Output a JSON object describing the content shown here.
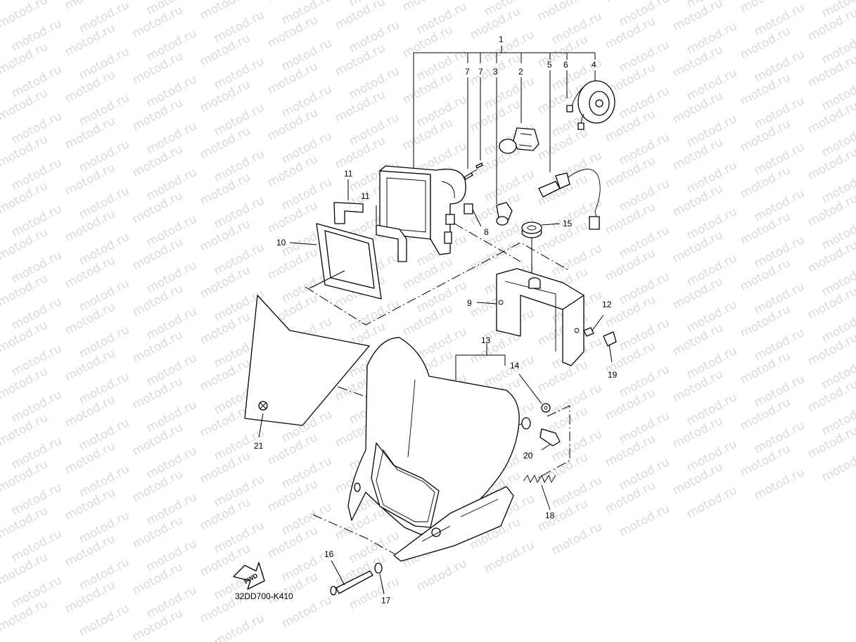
{
  "watermark": "motod.ru",
  "diagram_code": "32DD700-K410",
  "fwd_label": "FWD",
  "callouts": [
    "1",
    "7",
    "7",
    "3",
    "2",
    "5",
    "6",
    "4",
    "11",
    "11",
    "8",
    "15",
    "10",
    "9",
    "12",
    "13",
    "14",
    "19",
    "21",
    "20",
    "18",
    "16",
    "17"
  ]
}
